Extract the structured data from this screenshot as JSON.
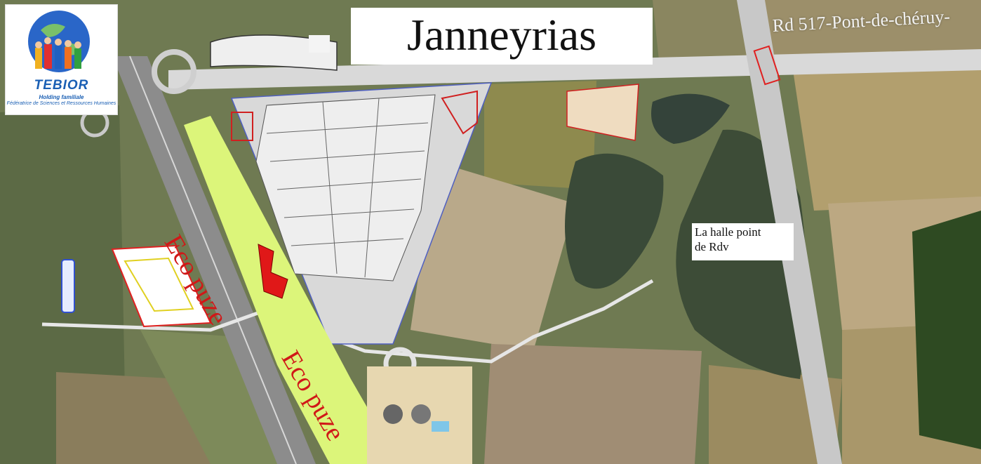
{
  "map": {
    "title": "Janneyrias",
    "road_label": "Rd 517-Pont-de-chéruy-",
    "zone_label_1": "Eco puze",
    "zone_label_2": "Eco puze",
    "callout_line1": "La halle point",
    "callout_line2": "de Rdv"
  },
  "logo": {
    "brand": "TEBIOR",
    "subtitle1": "Holding familiale",
    "subtitle2": "Fédératrice de Sciences et Ressources Humaines"
  },
  "colors": {
    "eco_zone_fill": "#dcf57a",
    "label_red": "#d01818",
    "boundary_red": "#e02020",
    "water": "#3c4a3a",
    "road": "#e8e8e8",
    "logo_blue": "#1a5fb4"
  }
}
